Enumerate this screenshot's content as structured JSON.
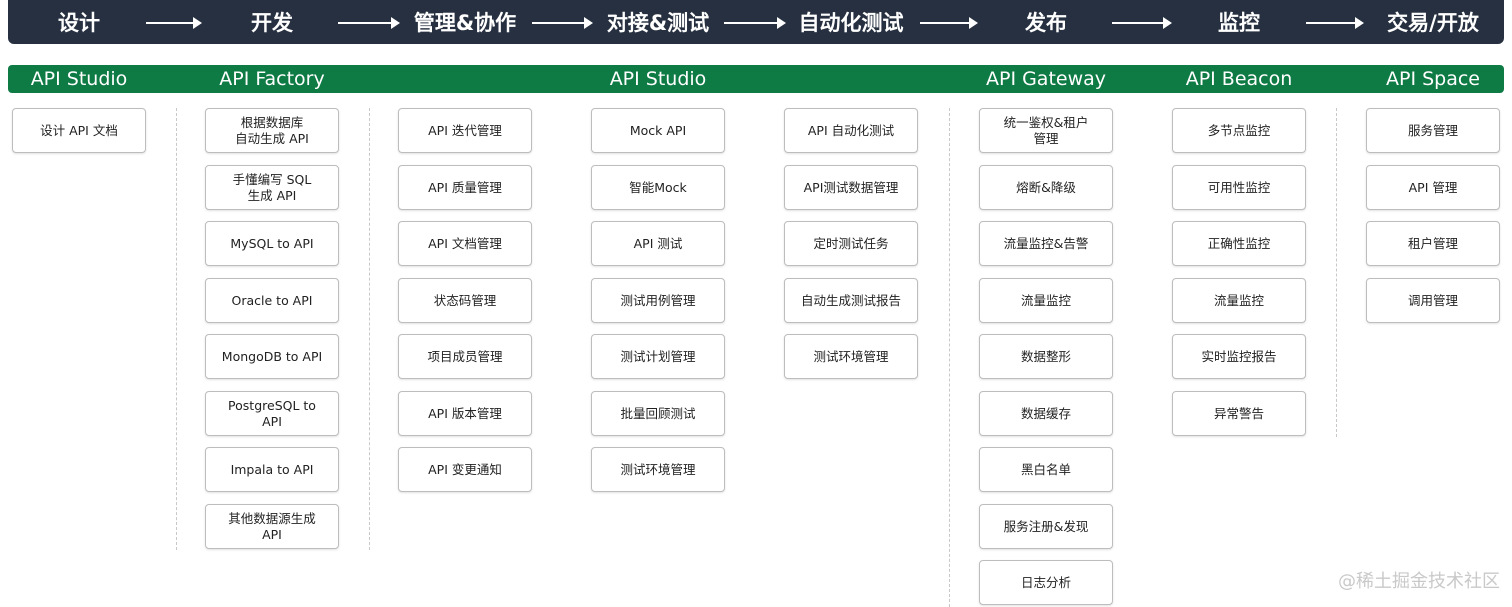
{
  "stages": [
    "设计",
    "开发",
    "管理&协作",
    "对接&测试",
    "自动化测试",
    "发布",
    "监控",
    "交易/开放"
  ],
  "products": [
    "API Studio",
    "API Factory",
    "API Studio",
    "API Gateway",
    "API Beacon",
    "API Space"
  ],
  "columns": [
    [
      "设计 API 文档"
    ],
    [
      "根据数据库\n自动生成 API",
      "手懂编写 SQL\n生成 API",
      "MySQL to API",
      "Oracle to API",
      "MongoDB to API",
      "PostgreSQL to\nAPI",
      "Impala to API",
      "其他数据源生成\nAPI"
    ],
    [
      "API 迭代管理",
      "API 质量管理",
      "API 文档管理",
      "状态码管理",
      "项目成员管理",
      "API 版本管理",
      "API 变更通知"
    ],
    [
      "Mock API",
      "智能Mock",
      "API 测试",
      "测试用例管理",
      "测试计划管理",
      "批量回顾测试",
      "测试环境管理"
    ],
    [
      "API 自动化测试",
      "API测试数据管理",
      "定时测试任务",
      "自动生成测试报告",
      "测试环境管理"
    ],
    [
      "统一鉴权&租户\n管理",
      "熔断&降级",
      "流量监控&告警",
      "流量监控",
      "数据整形",
      "数据缓存",
      "黑白名单",
      "服务注册&发现",
      "日志分析"
    ],
    [
      "多节点监控",
      "可用性监控",
      "正确性监控",
      "流量监控",
      "实时监控报告",
      "异常警告"
    ],
    [
      "服务管理",
      "API 管理",
      "租户管理",
      "调用管理"
    ]
  ],
  "watermark": "@稀土掘金技术社区"
}
